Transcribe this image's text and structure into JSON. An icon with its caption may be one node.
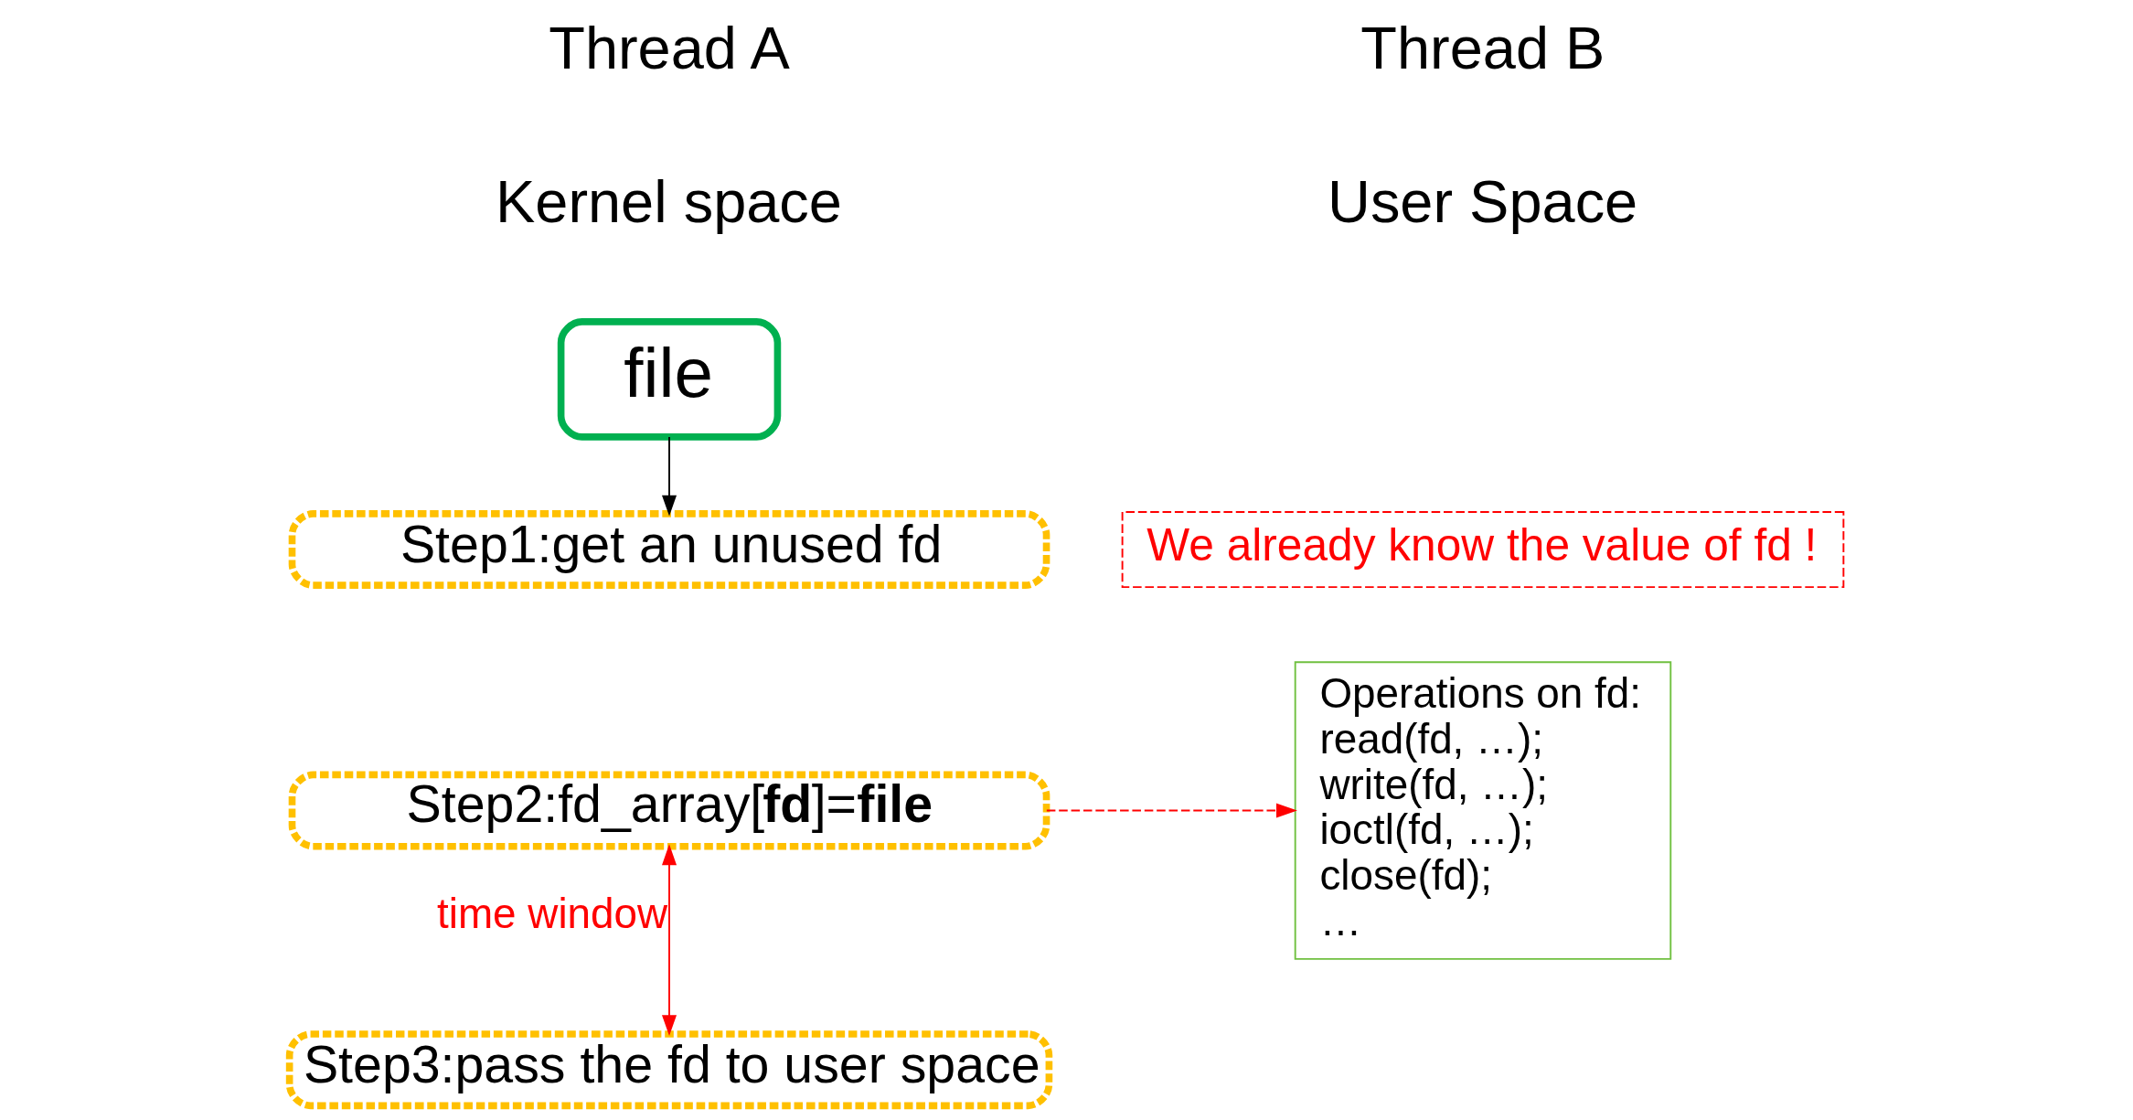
{
  "diagram": {
    "nodes": [
      {
        "text": [
          "file"
        ]
      },
      {
        "text": [
          "Step1:get an unused fd"
        ]
      },
      {
        "text": [
          "Step2:fd_array[**fd**]=**file**"
        ]
      },
      {
        "text": [
          "Step3:pass the fd to user space"
        ]
      },
      {
        "text": [
          "We already know the value of fd !"
        ]
      },
      {
        "text": [
          "Operations on fd:",
          "read(fd, …); write(fd, …); ioctl(fd, …); close(fd); …"
        ]
      }
    ],
    "edges": [
      {
        "from": 0,
        "to": 1,
        "arrow": "to",
        "color": "#000000"
      },
      {
        "from": 2,
        "to": 5,
        "arrow": "to",
        "style": "dashed",
        "color": "#ff0000"
      },
      {
        "from": 2,
        "to": 3,
        "arrow": "both",
        "label": "time window",
        "color": "#ff0000"
      }
    ],
    "labels": [
      "Thread A",
      "Kernel space",
      "Thread B",
      "User Space"
    ]
  }
}
